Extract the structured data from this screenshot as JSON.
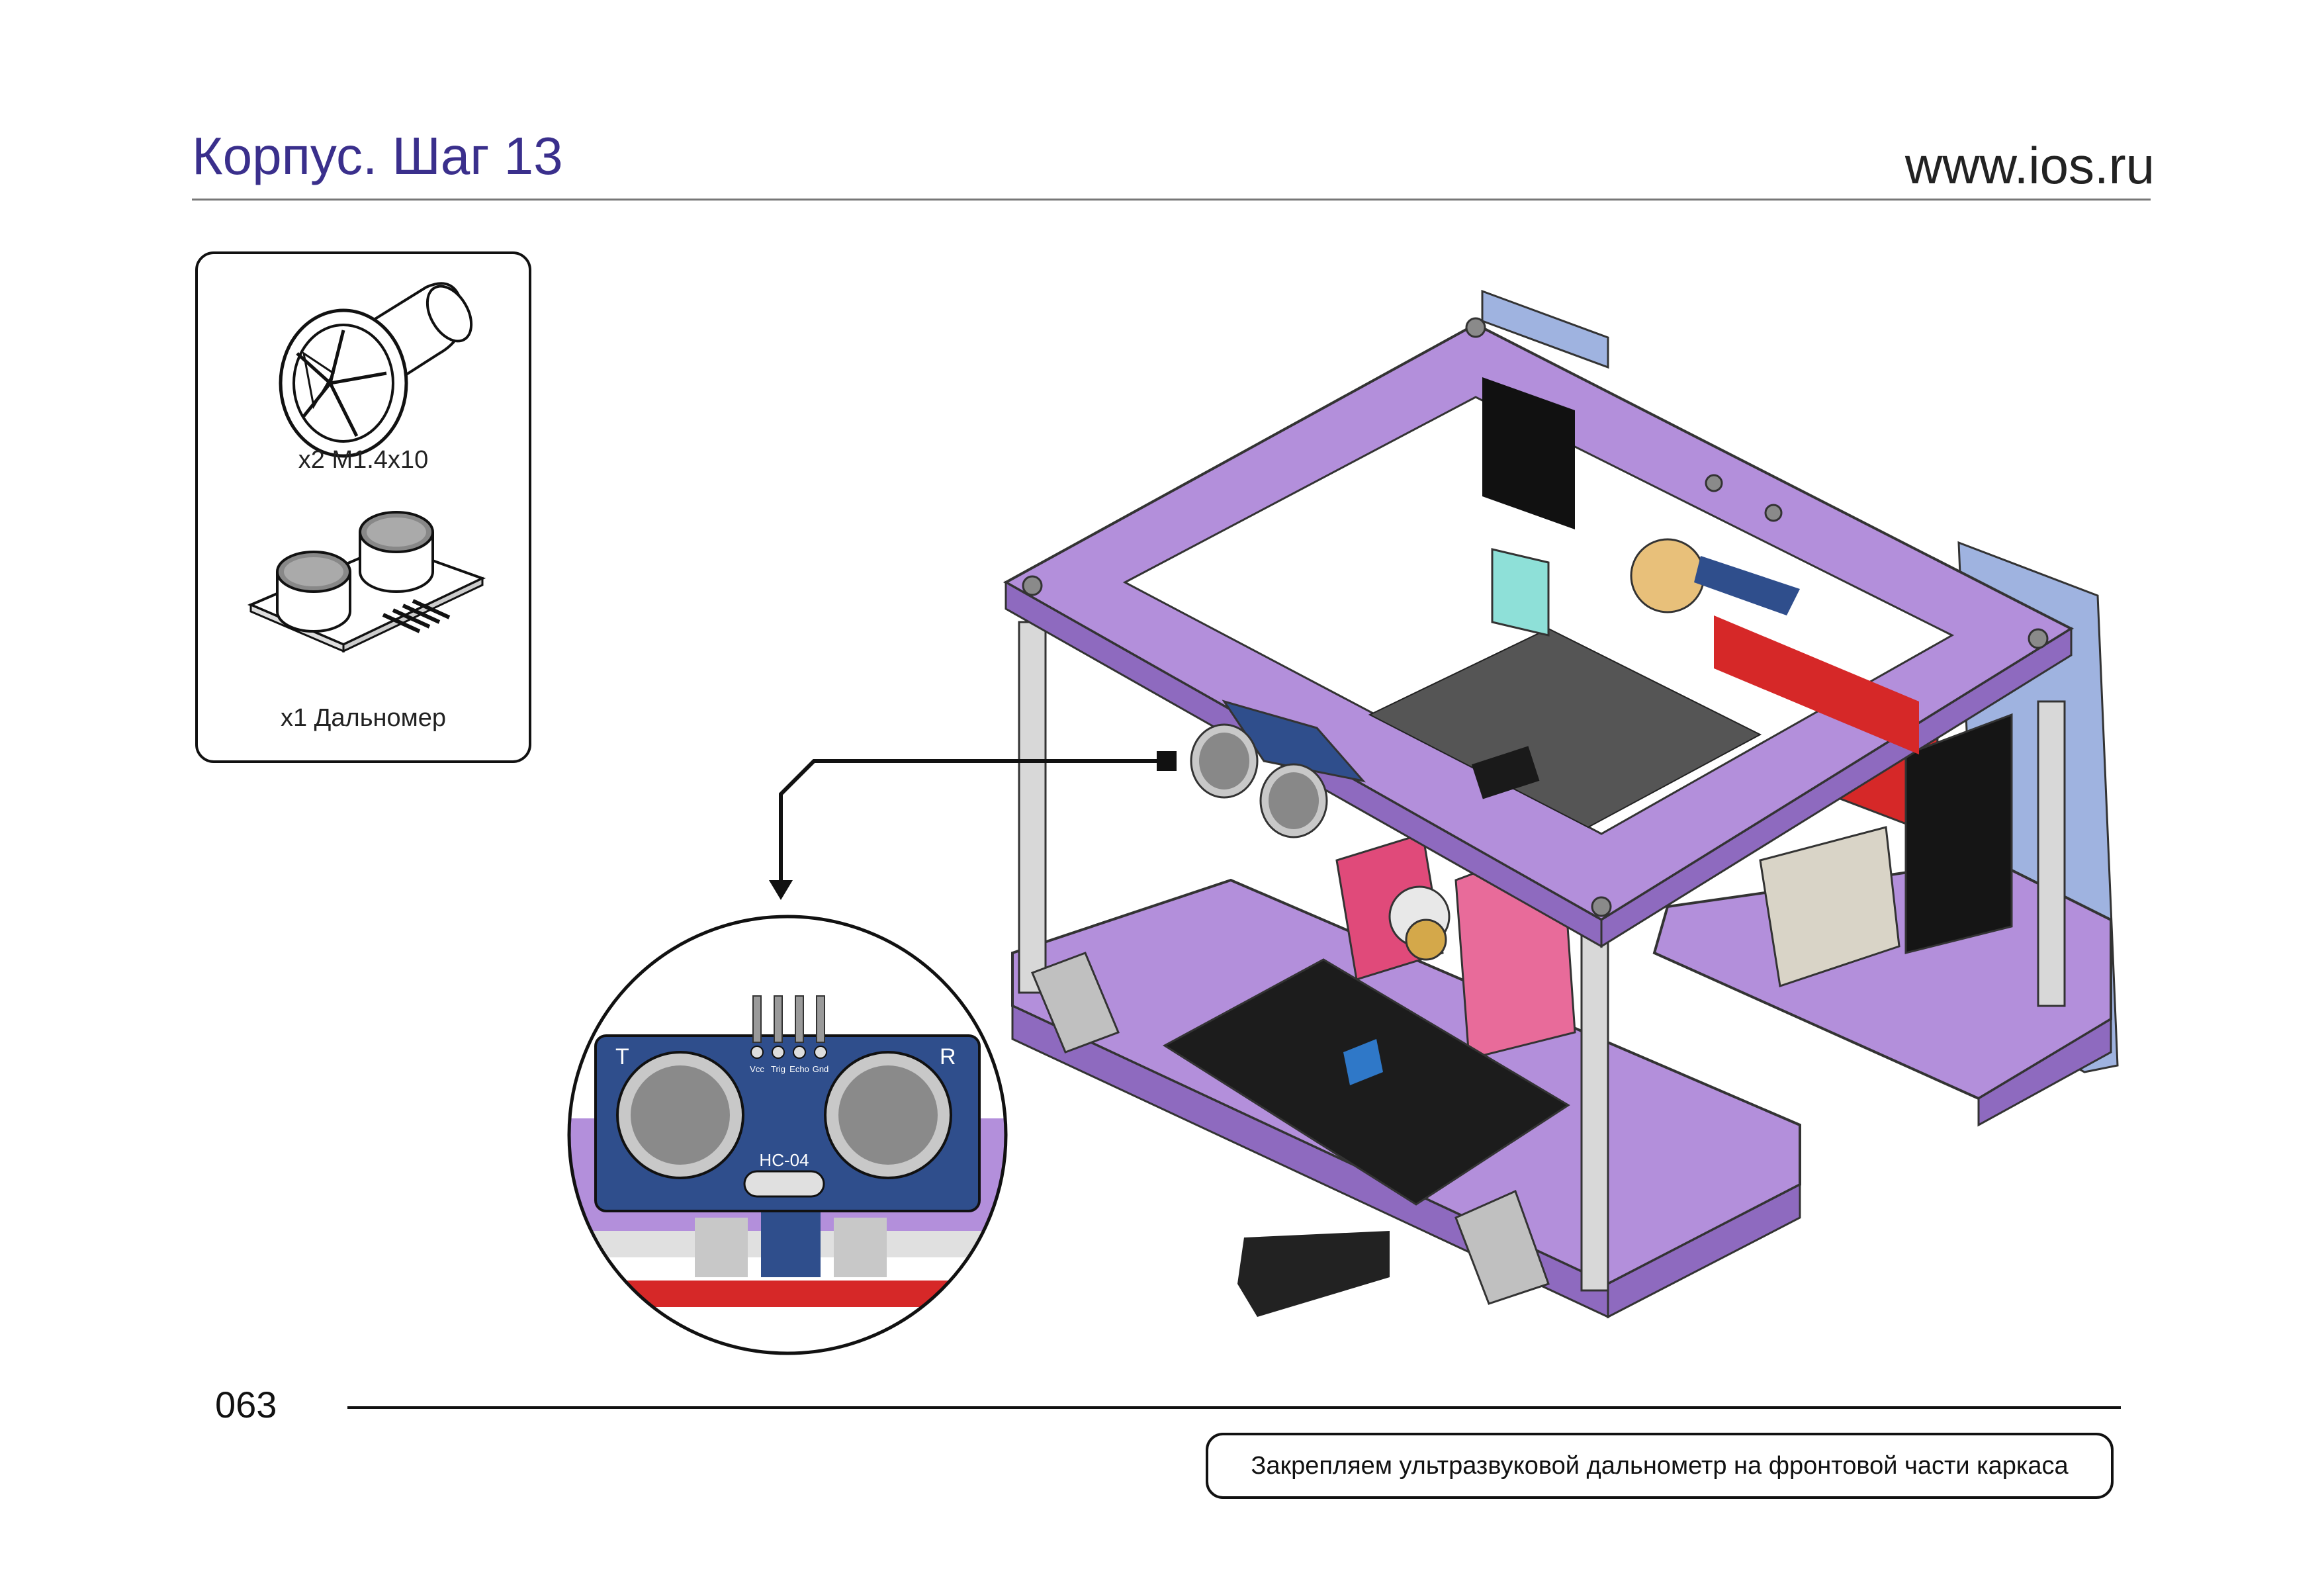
{
  "header": {
    "title": "Корпус. Шаг 13",
    "site": "www.ios.ru"
  },
  "parts": [
    {
      "label": "x2 M1.4x10",
      "icon": "screw-icon"
    },
    {
      "label": "x1 Дальномер",
      "icon": "ultrasonic-sensor-icon"
    }
  ],
  "zoom": {
    "left_letter": "T",
    "right_letter": "R",
    "model": "HC-04",
    "pin_labels": [
      "Vcc",
      "Trig",
      "Echo",
      "Gnd"
    ]
  },
  "footer": {
    "page_number": "063",
    "caption": "Закрепляем ультразвуковой дальнометр на фронтовой части каркаса"
  },
  "colors": {
    "title": "#3a2f8c",
    "frame": "#b38fdb",
    "frame_dark": "#8e6abf",
    "pcb_red": "#d62828",
    "sensor_blue": "#2f4e8c"
  }
}
